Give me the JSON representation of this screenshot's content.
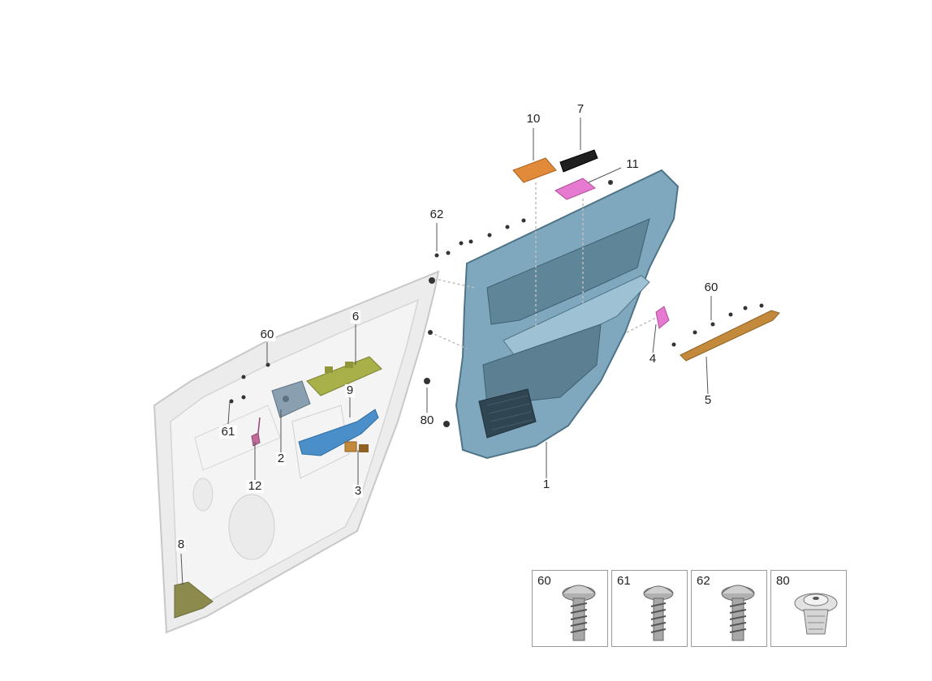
{
  "callouts": {
    "p1": "1",
    "p2": "2",
    "p3": "3",
    "p4": "4",
    "p5": "5",
    "p6": "6",
    "p7": "7",
    "p8": "8",
    "p9": "9",
    "p10": "10",
    "p11": "11",
    "p12": "12",
    "p60a": "60",
    "p60b": "60",
    "p61": "61",
    "p62": "62",
    "p80": "80"
  },
  "legend": [
    {
      "label": "60",
      "icon": "screw-with-washer-icon"
    },
    {
      "label": "61",
      "icon": "screw-with-flange-icon"
    },
    {
      "label": "62",
      "icon": "screw-with-washer-icon"
    },
    {
      "label": "80",
      "icon": "plastic-clip-icon"
    }
  ],
  "colors": {
    "door_panel": "#7fa8bf",
    "inner_door": "#e6e6e6",
    "trim_strip": "#c48a3c",
    "switch_bezel": "#e08a3a",
    "pink_part": "#e57ad0",
    "green_part": "#a8b04a",
    "blue_handle": "#4a8fc9",
    "pad": "#8d8a4e"
  }
}
